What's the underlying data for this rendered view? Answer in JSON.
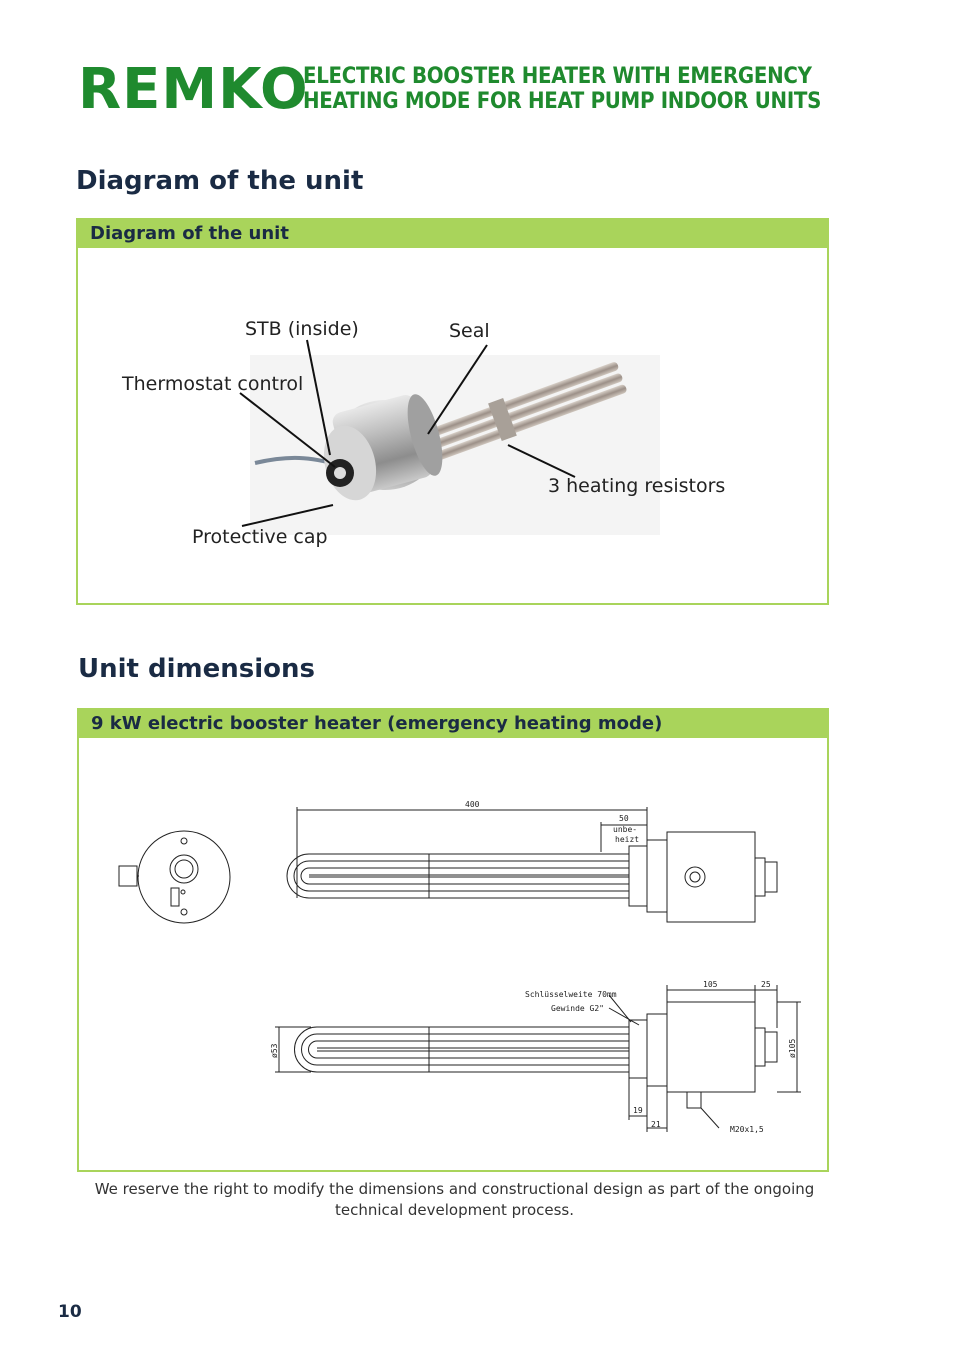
{
  "header": {
    "logo": "REMKO",
    "title_line1": "ELECTRIC BOOSTER HEATER WITH EMERGENCY",
    "title_line2": "HEATING MODE FOR HEAT PUMP INDOOR UNITS"
  },
  "section1": {
    "heading": "Diagram of the unit",
    "panel_title": "Diagram of the unit",
    "labels": {
      "stb": "STB (inside)",
      "seal": "Seal",
      "thermostat": "Thermostat control",
      "resistors": "3 heating resistors",
      "cap": "Protective cap"
    }
  },
  "section2": {
    "heading": "Unit dimensions",
    "panel_title": "9 kW electric booster heater (emergency heating mode)",
    "drawing": {
      "dim_400": "400",
      "dim_50": "50",
      "unheated_1": "unbe-",
      "unheated_2": "heizt",
      "key_width": "Schlüsselweite 70mm",
      "thread": "Gewinde G2\"",
      "dim_105": "105",
      "dim_25": "25",
      "dia_53": "ø53",
      "dia_105": "ø105",
      "dim_19": "19",
      "dim_21": "21",
      "cable_gland": "M20x1,5"
    }
  },
  "footer": {
    "note_line1": "We reserve the right to modify the dimensions and constructional design as part of the ongoing",
    "note_line2": "technical development process.",
    "page_number": "10"
  }
}
